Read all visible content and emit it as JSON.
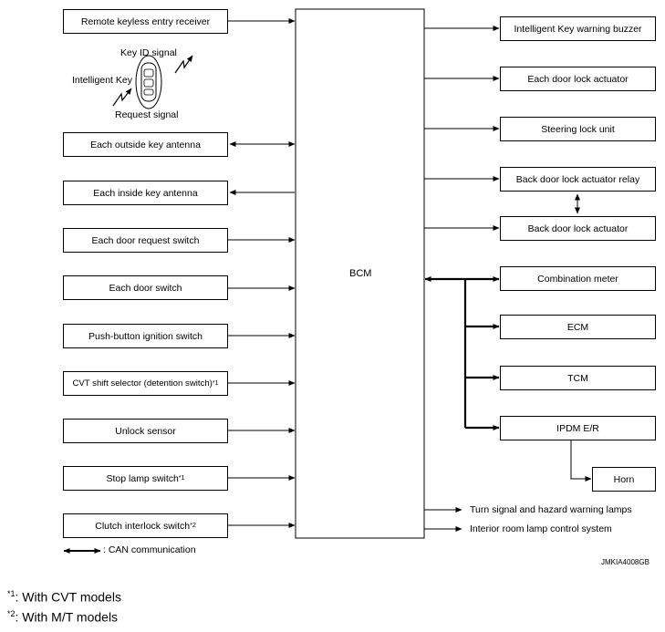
{
  "left_boxes": [
    {
      "text": "Remote keyless entry receiver",
      "sup": ""
    },
    {
      "text": "Each outside key antenna",
      "sup": ""
    },
    {
      "text": "Each inside key antenna",
      "sup": ""
    },
    {
      "text": "Each door request switch",
      "sup": ""
    },
    {
      "text": "Each door switch",
      "sup": ""
    },
    {
      "text": "Push-button ignition switch",
      "sup": ""
    },
    {
      "text": "CVT shift selector (detention switch)",
      "sup": "*1"
    },
    {
      "text": "Unlock sensor",
      "sup": ""
    },
    {
      "text": "Stop lamp switch",
      "sup": "*1"
    },
    {
      "text": "Clutch interlock switch",
      "sup": "*2"
    }
  ],
  "intelligent_key": {
    "key_id_signal": "Key ID signal",
    "intelligent_key": "Intelligent Key",
    "request_signal": "Request signal"
  },
  "bcm": "BCM",
  "right_boxes": [
    "Intelligent Key warning buzzer",
    "Each door lock actuator",
    "Steering lock unit",
    "Back door lock actuator relay",
    "Back door lock actuator",
    "Combination meter",
    "ECM",
    "TCM",
    "IPDM E/R",
    "Horn"
  ],
  "outputs": [
    "Turn signal and hazard warning lamps",
    "Interior room lamp control system"
  ],
  "legend": ": CAN communication",
  "figure_id": "JMKIA4008GB",
  "footnotes": [
    {
      "mark": "*1",
      "text": ": With CVT models"
    },
    {
      "mark": "*2",
      "text": ": With M/T models"
    }
  ]
}
